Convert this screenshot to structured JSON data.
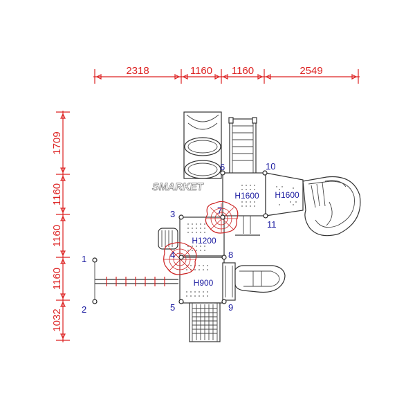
{
  "dimensions": {
    "top": [
      "2318",
      "1160",
      "1160",
      "2549"
    ],
    "left": [
      "1709",
      "1160",
      "1160",
      "1160",
      "1032"
    ]
  },
  "watermark": "SMARKET",
  "post_numbers": [
    "1",
    "2",
    "3",
    "4",
    "5",
    "6",
    "7",
    "8",
    "9",
    "10",
    "11"
  ],
  "decks": [
    "H1600",
    "H1600",
    "H1200",
    "H900"
  ],
  "colors": {
    "dimension": "#d22222",
    "labels": "#1a1aa0",
    "climber": "#cc2222",
    "outline": "#333333"
  }
}
